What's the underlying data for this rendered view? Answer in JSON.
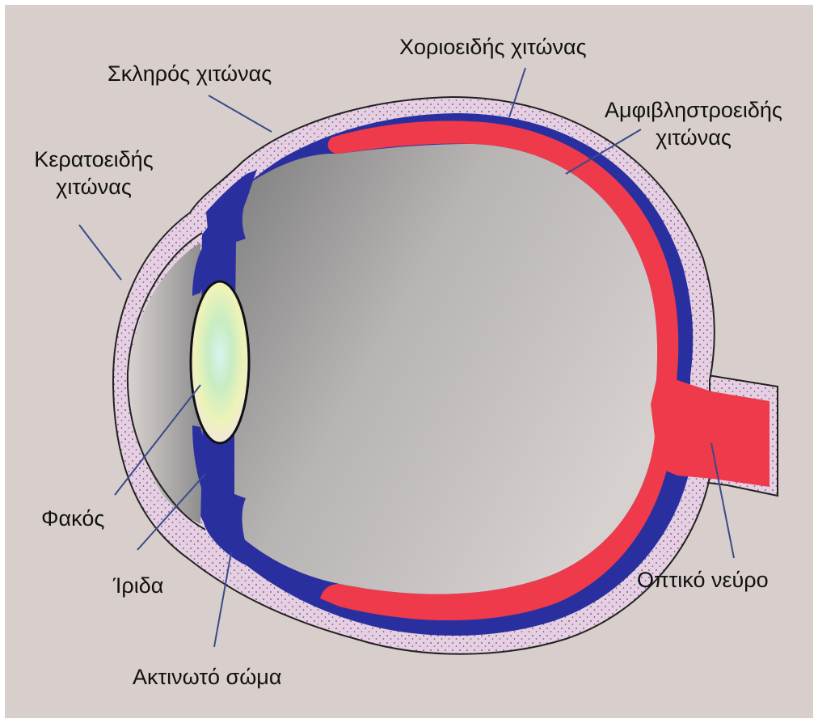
{
  "diagram": {
    "labels": {
      "skleros": "Σκληρός χιτώνας",
      "chorioeidis": "Χοριοειδής χιτώνας",
      "amfivlistroeidis_line1": "Αμφιβληστροειδής",
      "amfivlistroeidis_line2": "χιτώνας",
      "keratoeidis_line1": "Κερατοειδής",
      "keratoeidis_line2": "χιτώνας",
      "fakos": "Φακός",
      "irida": "Ίριδα",
      "aktinoto": "Ακτινωτό σώμα",
      "optiko": "Οπτικό νεύρο"
    },
    "colors": {
      "background": "#d8cfcc",
      "sclera": "#e6cfe2",
      "choroid": "#2a2fa0",
      "retina": "#ee3a4a",
      "vitreous_dark": "#858585",
      "vitreous_light": "#d2cccb",
      "leader_line": "#3a4a8a"
    }
  }
}
